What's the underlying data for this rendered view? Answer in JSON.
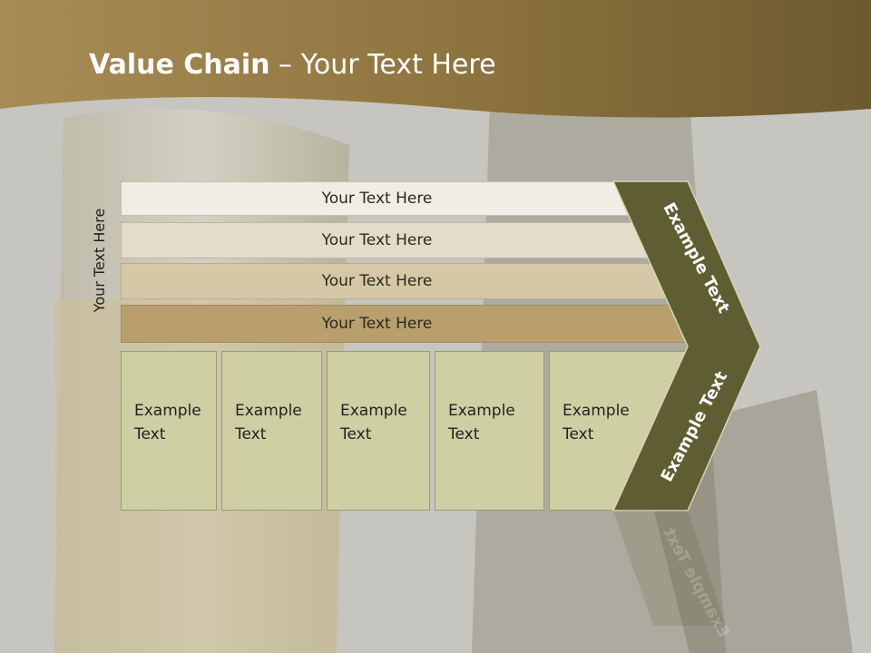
{
  "title": {
    "bold": "Value Chain",
    "rest": " – Your Text Here"
  },
  "vertical_label": "Your Text Here",
  "rows": [
    {
      "label": "Your Text Here",
      "color": "#f0ede4"
    },
    {
      "label": "Your Text Here",
      "color": "#e4dccb"
    },
    {
      "label": "Your Text Here",
      "color": "#d6c8a6"
    },
    {
      "label": "Your Text Here",
      "color": "#b89f6d"
    }
  ],
  "boxes": [
    {
      "line1": "Example",
      "line2": "Text"
    },
    {
      "line1": "Example",
      "line2": "Text"
    },
    {
      "line1": "Example",
      "line2": "Text"
    },
    {
      "line1": "Example",
      "line2": "Text"
    },
    {
      "line1": "Example",
      "line2": "Text"
    }
  ],
  "chevron": {
    "upper": "Example Text",
    "lower": "Example Text",
    "color": "#5e5e32"
  },
  "colors": {
    "header": "#9a7f48",
    "box": "#cfcfa4"
  }
}
